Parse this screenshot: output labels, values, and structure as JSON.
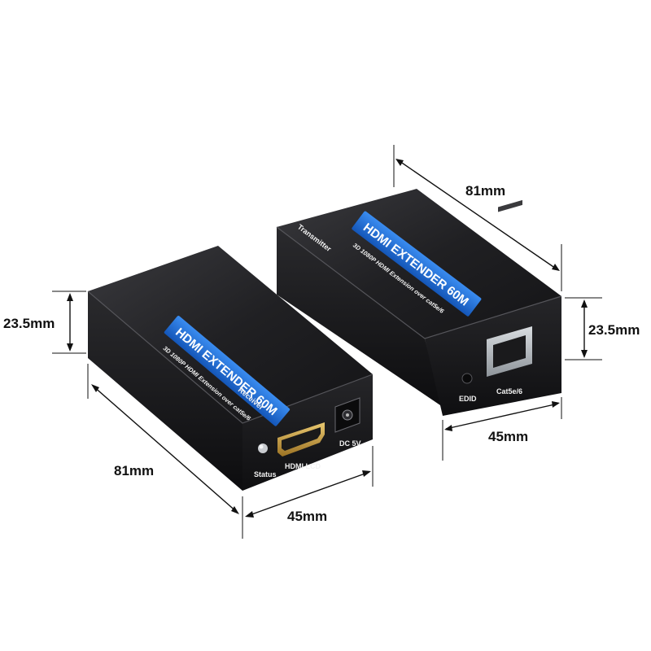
{
  "receiver": {
    "brand": "HDMI EXTENDER 60M",
    "subtitle": "3D 1080P HDMI Extension over cat5e/6",
    "side_label": "Receiver",
    "ports": {
      "status": "Status",
      "hdmi": "HDMI LCD",
      "power": "DC 5V"
    }
  },
  "transmitter": {
    "brand": "HDMI EXTENDER 60M",
    "subtitle": "3D 1080P HDMI Extension over cat5e/6",
    "side_label": "Transmitter",
    "ports": {
      "edid": "EDID",
      "rj45": "Cat5e/6"
    }
  },
  "dimensions": {
    "receiver_height": "23.5mm",
    "receiver_length": "81mm",
    "receiver_width": "45mm",
    "transmitter_length": "81mm",
    "transmitter_height": "23.5mm",
    "transmitter_width": "45mm"
  },
  "colors": {
    "housing": "#1b1b1d",
    "label_blue": "#1e6fd6",
    "background": "#ffffff"
  }
}
